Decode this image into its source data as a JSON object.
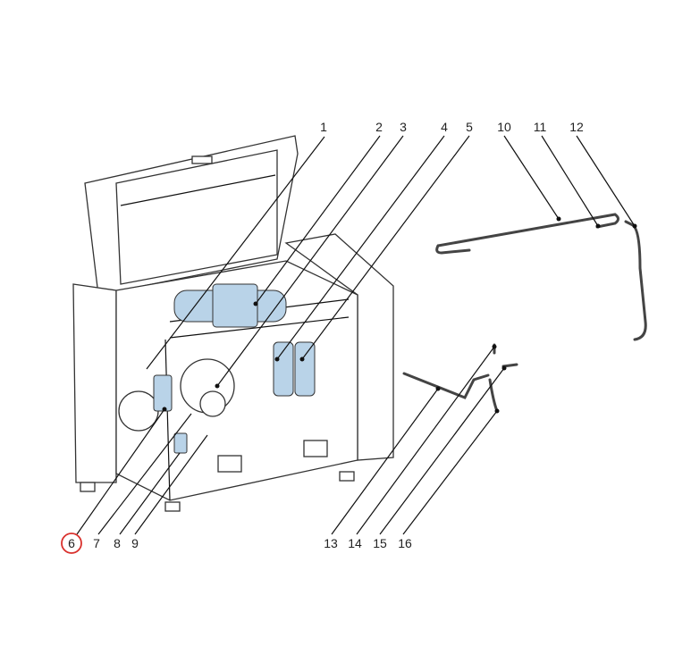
{
  "diagram": {
    "highlighted_callout": "6",
    "highlight_color": "#d9302c",
    "part_color": "#b9d3e8",
    "callouts_top": [
      "1",
      "2",
      "3",
      "4",
      "5",
      "10",
      "11",
      "12"
    ],
    "callouts_bottom": [
      "6",
      "7",
      "8",
      "9",
      "13",
      "14",
      "15",
      "16"
    ]
  }
}
